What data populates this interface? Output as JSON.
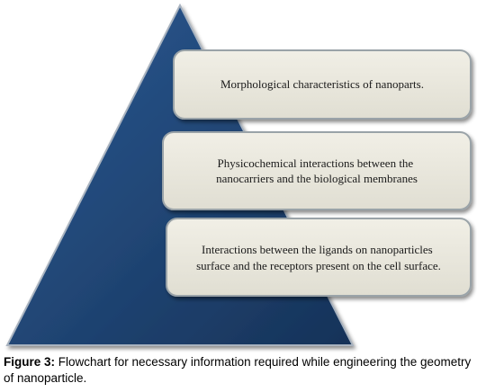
{
  "diagram": {
    "levels": [
      {
        "lines": [
          "Morphological characteristics of nanoparts."
        ]
      },
      {
        "lines": [
          "Physicochemical interactions between the",
          "nanocarriers and the biological membranes"
        ]
      },
      {
        "lines": [
          "Interactions between the ligands on nanoparticles",
          "surface and the receptors present on the cell surface."
        ]
      }
    ]
  },
  "caption": {
    "label": "Figure 3:",
    "text": " Flowchart for necessary information required while engineering the geometry of nanoparticle."
  },
  "colors": {
    "pyramid_fill": "#1c3f6e",
    "box_fill": "#e8e6dc",
    "box_border": "#9aa3a8"
  }
}
